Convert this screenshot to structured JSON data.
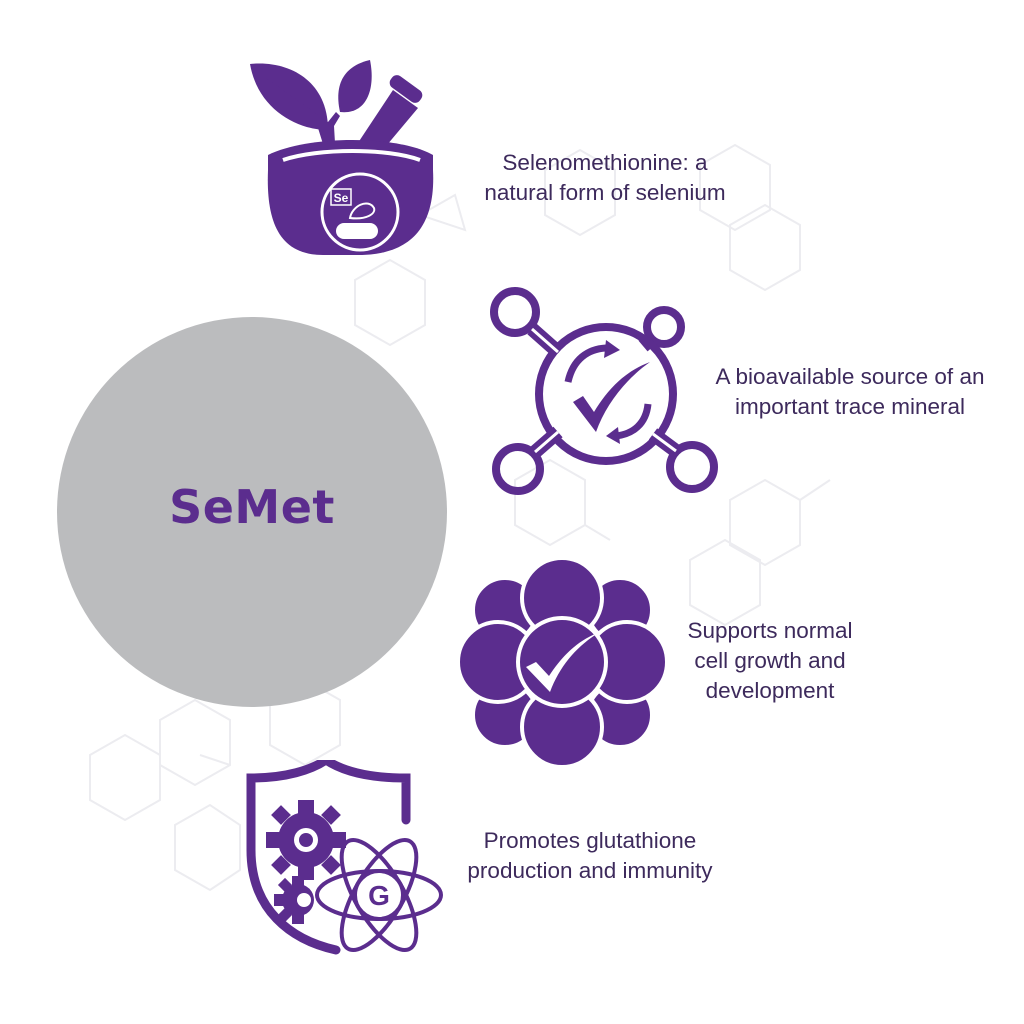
{
  "colors": {
    "brand_purple": "#5b2d8e",
    "text_purple": "#3d2a5c",
    "circle_gray": "#bbbcbe",
    "background": "#ffffff",
    "hex_pattern": "#ececf0"
  },
  "center": {
    "label": "SeMet"
  },
  "benefits": [
    {
      "icon": "mortar-pestle-plant-icon",
      "badge": "Se",
      "line1": "Selenomethionine: a",
      "line2": "natural form of selenium"
    },
    {
      "icon": "molecule-check-cycle-icon",
      "line1": "A bioavailable source of an",
      "line2": "important trace mineral"
    },
    {
      "icon": "cell-cluster-check-icon",
      "line1": "Supports normal",
      "line2": "cell growth and",
      "line3": "development"
    },
    {
      "icon": "shield-gears-atom-icon",
      "badge": "G",
      "line1": "Promotes glutathione",
      "line2": "production and immunity"
    }
  ]
}
